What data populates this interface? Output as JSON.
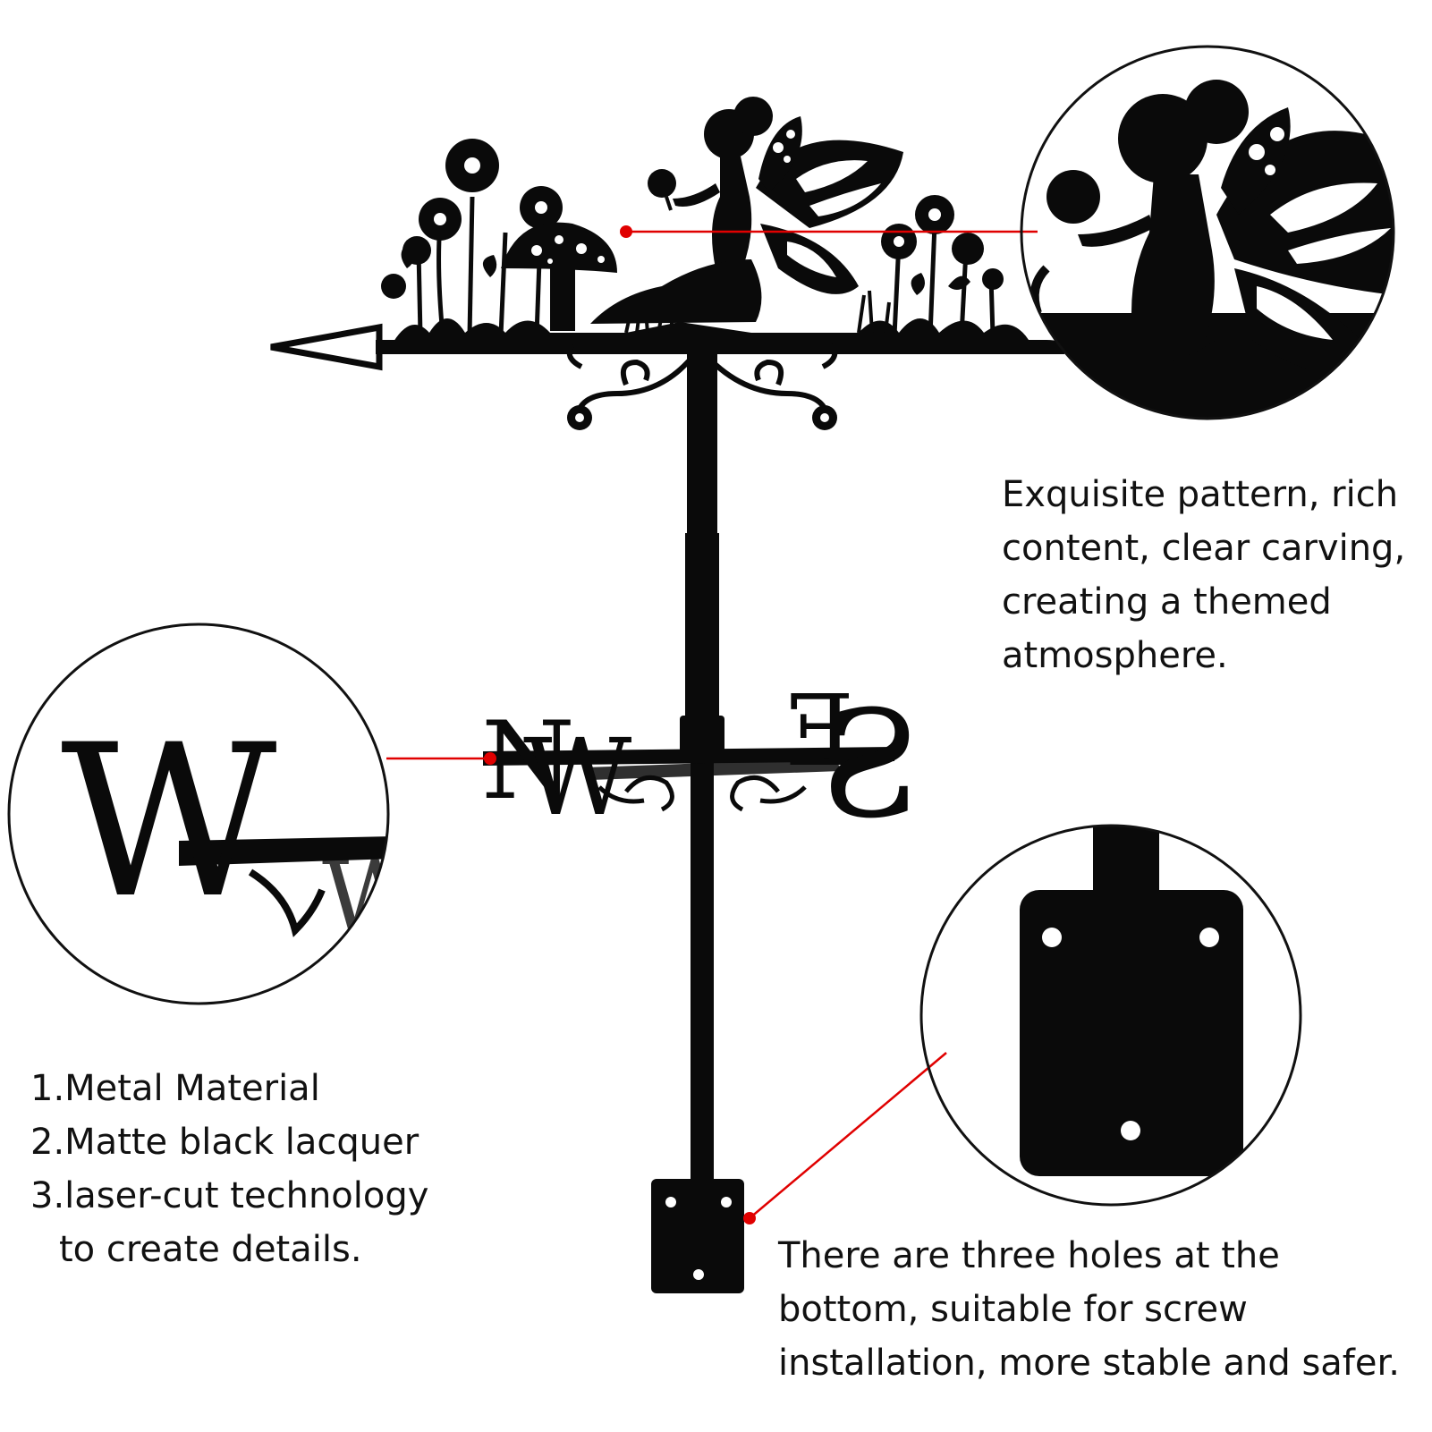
{
  "compass": {
    "n": "N",
    "w": "W",
    "e": "E",
    "s": "S",
    "zoom_w": "W",
    "zoom_small": "W"
  },
  "captions": {
    "pattern": [
      "Exquisite pattern, rich",
      "content, clear carving,",
      "creating a themed",
      "atmosphere."
    ],
    "features": [
      "1.Metal Material",
      "2.Matte black lacquer",
      "3.laser-cut technology",
      "to create details."
    ],
    "holes": [
      "There are three holes at the",
      "bottom, suitable for screw",
      "installation, more stable and safer."
    ]
  },
  "colors": {
    "metal": "#0a0a0a",
    "leader": "#e00000",
    "ring": "#111111",
    "background": "#ffffff"
  }
}
